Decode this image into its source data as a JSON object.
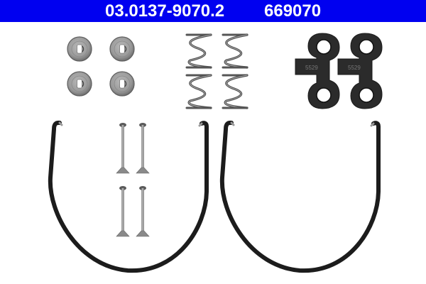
{
  "header": {
    "article_number": "03.0137-9070.2",
    "reference_number": "669070",
    "background_color": "#0000f0",
    "text_color": "#ffffff"
  },
  "parts": {
    "washers": {
      "count": 4,
      "label": "washer"
    },
    "springs": {
      "count": 4,
      "label": "compression-spring"
    },
    "brackets": {
      "count": 2,
      "label": "retaining-bracket",
      "stamp": "5529"
    },
    "pins": {
      "count": 4,
      "label": "hold-down-pin"
    },
    "clips": {
      "count": 2,
      "label": "u-clip"
    }
  }
}
